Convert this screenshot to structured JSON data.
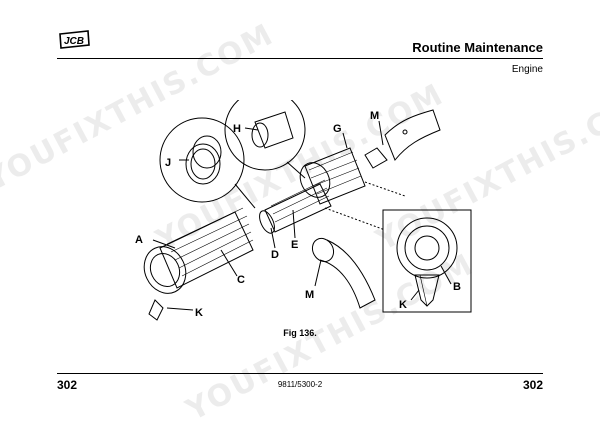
{
  "header": {
    "logo": "JCB",
    "title": "Routine Maintenance",
    "subtitle": "Engine"
  },
  "figure": {
    "caption": "Fig 136.",
    "labels": {
      "A": "A",
      "B": "B",
      "C": "C",
      "D": "D",
      "E": "E",
      "G": "G",
      "H": "H",
      "J": "J",
      "K1": "K",
      "K2": "K",
      "M1": "M",
      "M2": "M"
    }
  },
  "footer": {
    "page_left": "302",
    "doc_code": "9811/5300-2",
    "page_right": "302"
  },
  "watermark": {
    "text1": "YOUFIXTHIS.COM",
    "text2": "YOUFIXTHIS.COM",
    "text3": "YOUFIXTHIS.COM",
    "text4": "YOUFIXTHIS.COM"
  }
}
